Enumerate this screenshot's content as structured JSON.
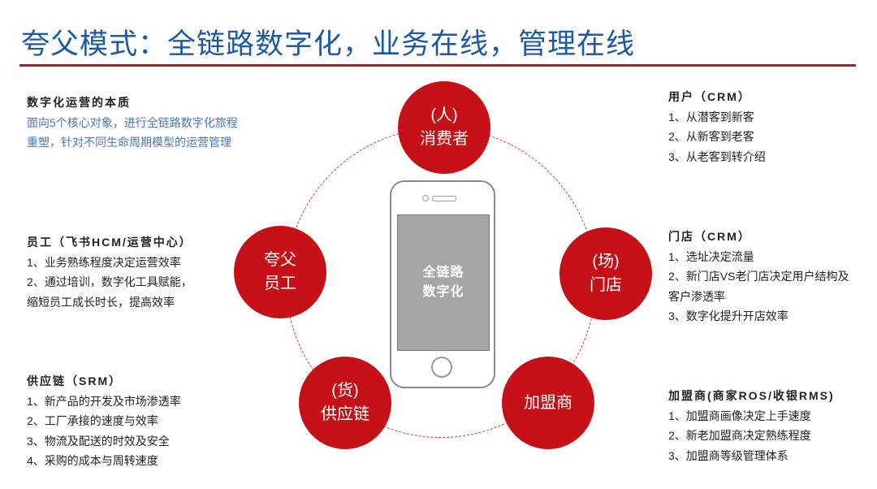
{
  "title": "夸父模式：全链路数字化，业务在线，管理在线",
  "essence": {
    "heading": "数字化运营的本质",
    "lines": [
      "面向5个核心对象，进行全链路数字化旅程",
      "重塑，针对不同生命周期模型的运营管理"
    ]
  },
  "staff": {
    "heading": "员工（飞书HCM/运营中心）",
    "lines": [
      "1、业务熟练程度决定运营效率",
      "2、通过培训，数字化工具赋能，",
      "缩短员工成长时长，提高效率"
    ]
  },
  "supply": {
    "heading": "供应链（SRM）",
    "lines": [
      "1、新产品的开发及市场渗透率",
      "2、工厂承接的速度与效率",
      "3、物流及配送的时效及安全",
      "4、采购的成本与周转速度"
    ]
  },
  "user": {
    "heading": "用户（CRM）",
    "lines": [
      "1、从潜客到新客",
      "2、从新客到老客",
      "3、从老客到转介绍"
    ]
  },
  "store": {
    "heading": "门店（CRM）",
    "lines": [
      "1、选址决定流量",
      "2、新门店VS老门店决定用户结构及",
      "客户渗透率",
      "3、数字化提升开店效率"
    ]
  },
  "franchise": {
    "heading": "加盟商(商家ROS/收银RMS)",
    "lines": [
      "1、加盟商画像决定上手速度",
      "2、新老加盟商决定熟练程度",
      "3、加盟商等级管理体系"
    ]
  },
  "nodes": {
    "consumer": [
      "(人)",
      "消费者"
    ],
    "staff": [
      "夸父",
      "员工"
    ],
    "store": [
      "(场)",
      "门店"
    ],
    "supply": [
      "(货)",
      "供应链"
    ],
    "franchise": [
      "加盟商"
    ]
  },
  "phone": {
    "screen": [
      "全链路",
      "数字化"
    ]
  }
}
